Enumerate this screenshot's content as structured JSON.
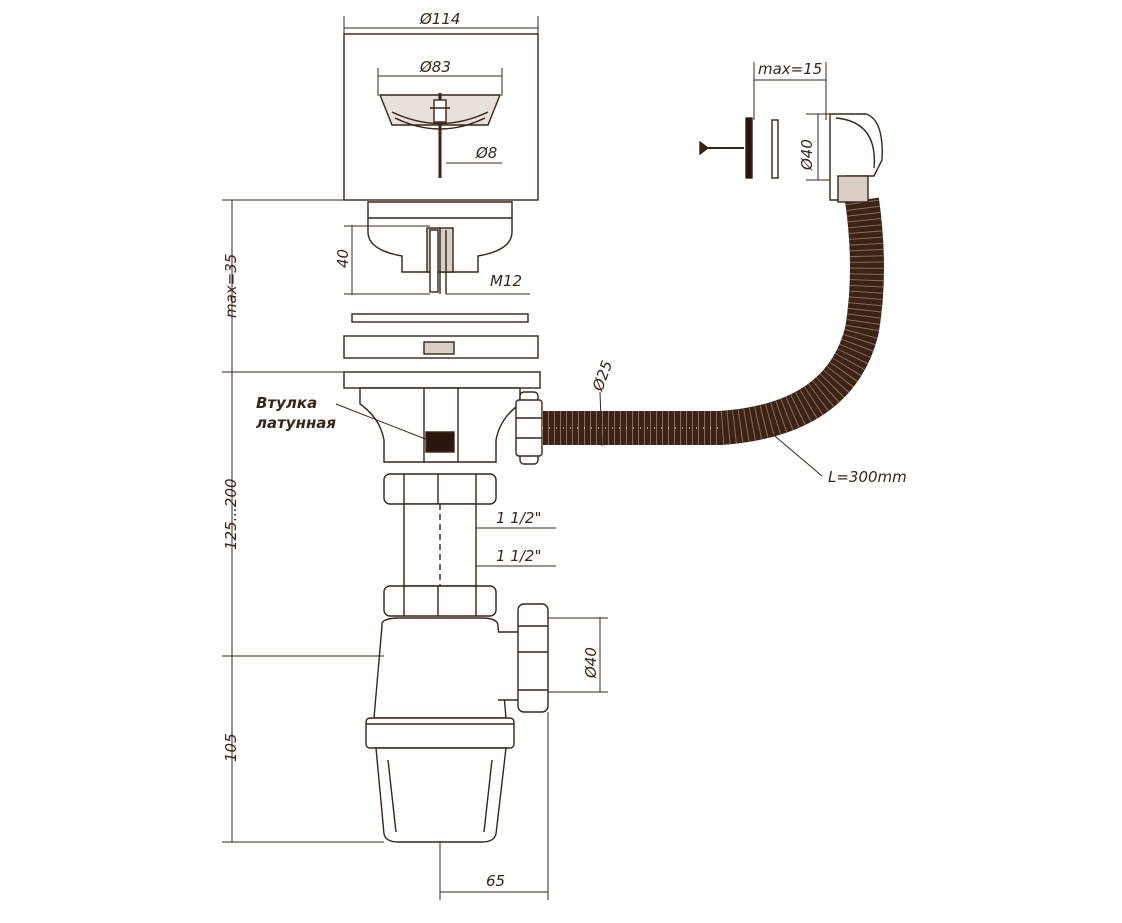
{
  "diagram": {
    "colors": {
      "ink": "#3a2417",
      "fill": "#ffffff",
      "shade": "#d9cfc7",
      "dark": "#2a160c",
      "hose": "#3b2316"
    },
    "labels": {
      "d114": "Ø114",
      "d83": "Ø83",
      "d8": "Ø8",
      "h40": "40",
      "m12": "M12",
      "max35": "max=35",
      "bushing_line1": "Втулка",
      "bushing_line2": "латунная",
      "d25": "Ø25",
      "hose_length": "L=300mm",
      "range125_200": "125...200",
      "thread1": "1 1/2\"",
      "thread2": "1 1/2\"",
      "d40_outlet": "Ø40",
      "h105": "105",
      "w65": "65",
      "max15": "max=15",
      "d40_overflow": "Ø40"
    }
  }
}
